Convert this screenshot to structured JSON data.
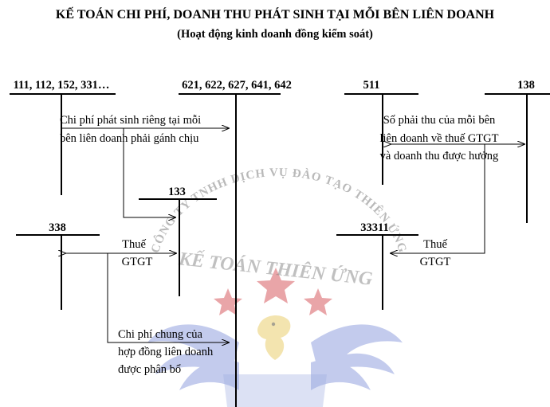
{
  "title": "KẾ TOÁN CHI PHÍ, DOANH THU PHÁT SINH TẠI MỖI BÊN LIÊN DOANH",
  "subtitle": "(Hoạt động kinh doanh đồng kiểm soát)",
  "accounts": {
    "a111": "111, 112, 152, 331…",
    "a621": "621, 622, 627, 641, 642",
    "a511": "511",
    "a138": "138",
    "a133": "133",
    "a338": "338",
    "a33311": "33311"
  },
  "notes": {
    "chi_phi_rieng": [
      "Chi phí phát sinh riêng tại mỗi",
      "bên liên doanh phải gánh chịu"
    ],
    "so_phai_thu": [
      "Số phải thu của mỗi bên",
      "liên doanh về thuế GTGT",
      "và doanh thu được hưởng"
    ],
    "thue_left": [
      "Thuế",
      "GTGT"
    ],
    "thue_right": [
      "Thuế",
      "GTGT"
    ],
    "chi_phi_chung": [
      "Chi phí chung của",
      "hợp đồng liên doanh",
      "được phân bổ"
    ]
  },
  "watermark": {
    "arc_text": "CÔNG TY TNHH DỊCH VỤ ĐÀO TẠO THIÊN ỨNG",
    "brand": "KẾ TOÁN THIÊN ỨNG",
    "color": "#2b3f9e",
    "star_color": "#c8262c",
    "wing_color": "#3a55c4"
  }
}
